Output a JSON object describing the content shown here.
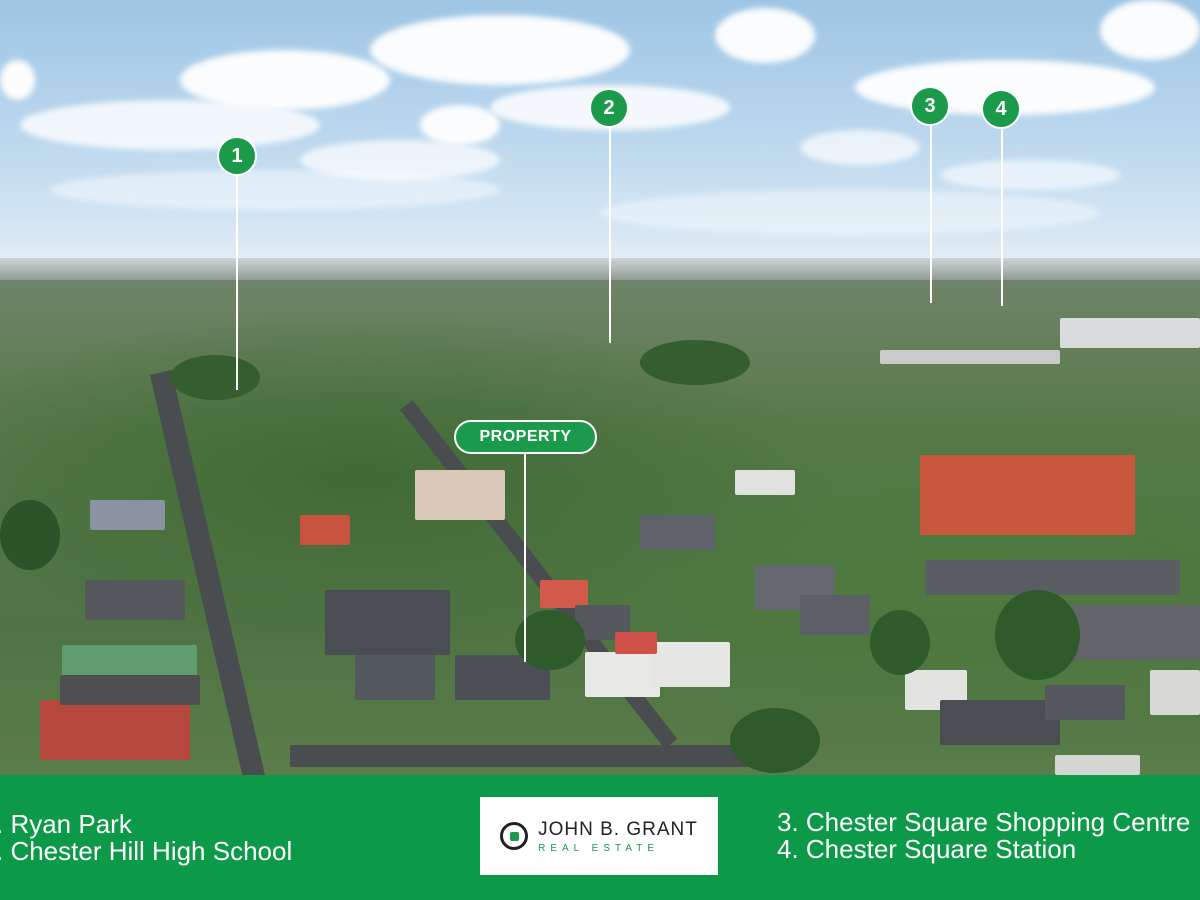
{
  "pins": [
    {
      "number": "1"
    },
    {
      "number": "2"
    },
    {
      "number": "3"
    },
    {
      "number": "4"
    }
  ],
  "property_label": "PROPERTY",
  "legend": {
    "left": [
      ". Ryan Park",
      ". Chester Hill High School"
    ],
    "right": [
      "3. Chester Square Shopping Centre",
      "4. Chester Square Station"
    ]
  },
  "logo": {
    "name": "JOHN B. GRANT",
    "subtitle": "REAL ESTATE"
  },
  "colors": {
    "brand_green": "#0c9a48",
    "pin_green": "#1a9a4a",
    "white": "#ffffff"
  }
}
